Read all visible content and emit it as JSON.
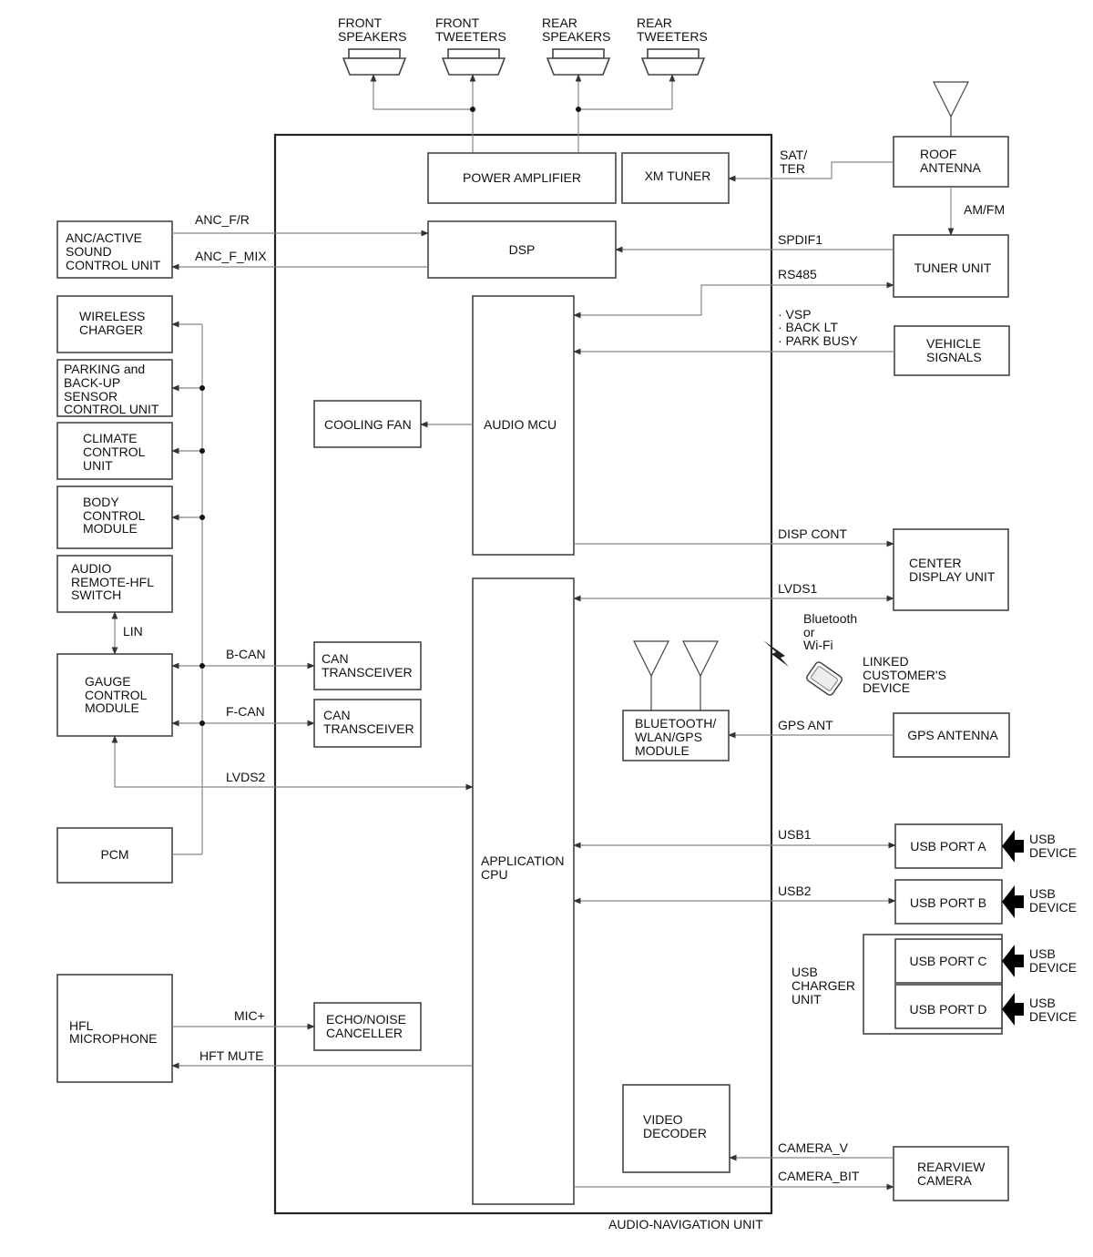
{
  "unit_label": "AUDIO-NAVIGATION UNIT",
  "speakers": [
    {
      "id": "front-speakers",
      "lines": [
        "FRONT",
        "SPEAKERS"
      ]
    },
    {
      "id": "front-tweeters",
      "lines": [
        "FRONT",
        "TWEETERS"
      ]
    },
    {
      "id": "rear-speakers",
      "lines": [
        "REAR",
        "SPEAKERS"
      ]
    },
    {
      "id": "rear-tweeters",
      "lines": [
        "REAR",
        "TWEETERS"
      ]
    }
  ],
  "internal_blocks": [
    {
      "id": "power-amplifier",
      "lines": [
        "POWER AMPLIFIER"
      ]
    },
    {
      "id": "xm-tuner",
      "lines": [
        "XM TUNER"
      ]
    },
    {
      "id": "dsp",
      "lines": [
        "DSP"
      ]
    },
    {
      "id": "audio-mcu",
      "lines": [
        "AUDIO MCU"
      ]
    },
    {
      "id": "cooling-fan",
      "lines": [
        "COOLING FAN"
      ]
    },
    {
      "id": "application-cpu",
      "lines": [
        "APPLICATION",
        "CPU"
      ]
    },
    {
      "id": "can-transceiver-1",
      "lines": [
        "CAN",
        "TRANSCEIVER"
      ]
    },
    {
      "id": "can-transceiver-2",
      "lines": [
        "CAN",
        "TRANSCEIVER"
      ]
    },
    {
      "id": "bluetooth-module",
      "lines": [
        "BLUETOOTH/",
        "WLAN/GPS",
        "MODULE"
      ]
    },
    {
      "id": "echo-noise-canceller",
      "lines": [
        "ECHO/NOISE",
        "CANCELLER"
      ]
    },
    {
      "id": "video-decoder",
      "lines": [
        "VIDEO",
        "DECODER"
      ]
    }
  ],
  "left_blocks": [
    {
      "id": "anc-unit",
      "lines": [
        "ANC/ACTIVE",
        "SOUND",
        "CONTROL UNIT"
      ]
    },
    {
      "id": "wireless-charger",
      "lines": [
        "WIRELESS",
        "CHARGER"
      ]
    },
    {
      "id": "parking-sensor-unit",
      "lines": [
        "PARKING and",
        "BACK-UP",
        "SENSOR",
        "CONTROL UNIT"
      ]
    },
    {
      "id": "climate-control-unit",
      "lines": [
        "CLIMATE",
        "CONTROL",
        "UNIT"
      ]
    },
    {
      "id": "body-control-module",
      "lines": [
        "BODY",
        "CONTROL",
        "MODULE"
      ]
    },
    {
      "id": "audio-remote-switch",
      "lines": [
        "AUDIO",
        "REMOTE-HFL",
        "SWITCH"
      ]
    },
    {
      "id": "gauge-control-module",
      "lines": [
        "GAUGE",
        "CONTROL",
        "MODULE"
      ]
    },
    {
      "id": "pcm",
      "lines": [
        "PCM"
      ]
    },
    {
      "id": "hfl-microphone",
      "lines": [
        "HFL",
        "MICROPHONE"
      ]
    }
  ],
  "right_blocks": [
    {
      "id": "roof-antenna",
      "lines": [
        "ROOF",
        "ANTENNA"
      ]
    },
    {
      "id": "tuner-unit",
      "lines": [
        "TUNER UNIT"
      ]
    },
    {
      "id": "vehicle-signals",
      "lines": [
        "VEHICLE",
        "SIGNALS"
      ]
    },
    {
      "id": "center-display-unit",
      "lines": [
        "CENTER",
        "DISPLAY UNIT"
      ]
    },
    {
      "id": "gps-antenna",
      "lines": [
        "GPS ANTENNA"
      ]
    },
    {
      "id": "usb-port-a",
      "lines": [
        "USB PORT A"
      ]
    },
    {
      "id": "usb-port-b",
      "lines": [
        "USB PORT B"
      ]
    },
    {
      "id": "usb-port-c",
      "lines": [
        "USB PORT C"
      ]
    },
    {
      "id": "usb-port-d",
      "lines": [
        "USB PORT D"
      ]
    },
    {
      "id": "rearview-camera",
      "lines": [
        "REARVIEW",
        "CAMERA"
      ]
    }
  ],
  "usb_charger_unit": [
    "USB",
    "CHARGER",
    "UNIT"
  ],
  "usb_device": [
    "USB",
    "DEVICE"
  ],
  "linked_device": {
    "link": [
      "Bluetooth",
      "or",
      "Wi-Fi"
    ],
    "device": [
      "LINKED",
      "CUSTOMER'S",
      "DEVICE"
    ]
  },
  "signals": {
    "sat_ter": [
      "SAT/",
      "TER"
    ],
    "am_fm": "AM/FM",
    "spdif1": "SPDIF1",
    "rs485": "RS485",
    "vehicle_signals": [
      "· VSP",
      "· BACK LT",
      "· PARK BUSY"
    ],
    "anc_f_r": "ANC_F/R",
    "anc_f_mix": "ANC_F_MIX",
    "disp_cont": "DISP CONT",
    "lvds1": "LVDS1",
    "lin": "LIN",
    "b_can": "B-CAN",
    "f_can": "F-CAN",
    "lvds2": "LVDS2",
    "gps_ant": "GPS ANT",
    "usb1": "USB1",
    "usb2": "USB2",
    "mic_plus": "MIC+",
    "hft_mute": "HFT MUTE",
    "camera_v": "CAMERA_V",
    "camera_bit": "CAMERA_BIT"
  },
  "colors": {
    "line": "#888888",
    "box_stroke": "#444444",
    "text": "#111111"
  }
}
